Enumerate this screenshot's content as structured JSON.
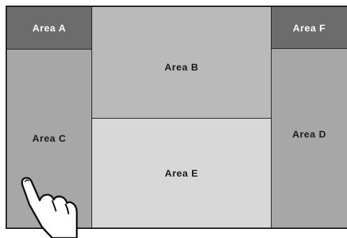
{
  "areas": {
    "a": "Area A",
    "b": "Area B",
    "c": "Area C",
    "d": "Area D",
    "e": "Area E",
    "f": "Area F"
  },
  "colors": {
    "frame": "#1c1c1c",
    "dark_area": "#6c6c6c",
    "mid_area": "#a7a7a7",
    "light_area": "#bababa",
    "lightest_area": "#d8d8d8"
  },
  "icons": {
    "pointer": "touching-hand-icon"
  }
}
